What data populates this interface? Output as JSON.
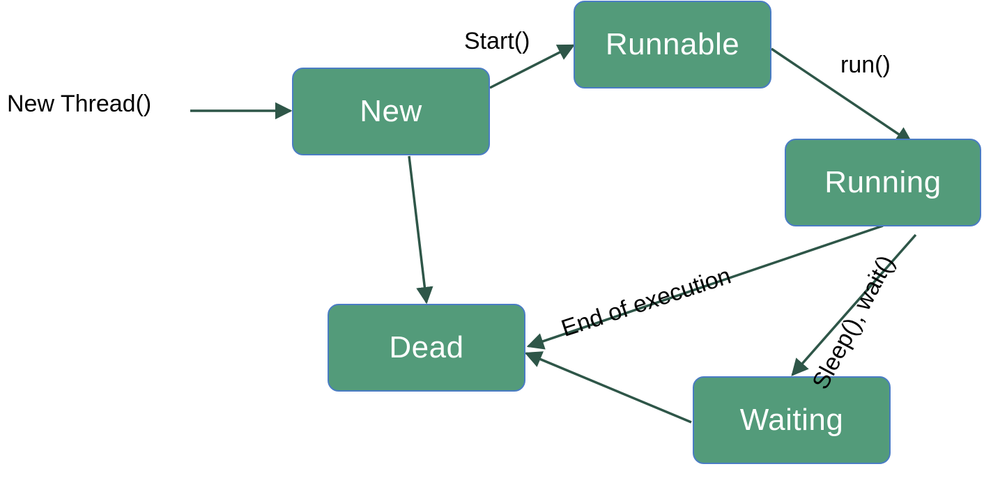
{
  "colors": {
    "box_fill": "#539b7a",
    "box_border": "#4a7cc4",
    "arrow": "#2e5648",
    "text_on_box": "#ffffff",
    "label_text": "#000000"
  },
  "states": {
    "new": "New",
    "runnable": "Runnable",
    "running": "Running",
    "dead": "Dead",
    "waiting": "Waiting"
  },
  "transitions": {
    "new_thread": "New Thread()",
    "start": "Start()",
    "run": "run()",
    "end_of_execution": "End of execution",
    "sleep_wait": "Sleep(), wait()"
  }
}
